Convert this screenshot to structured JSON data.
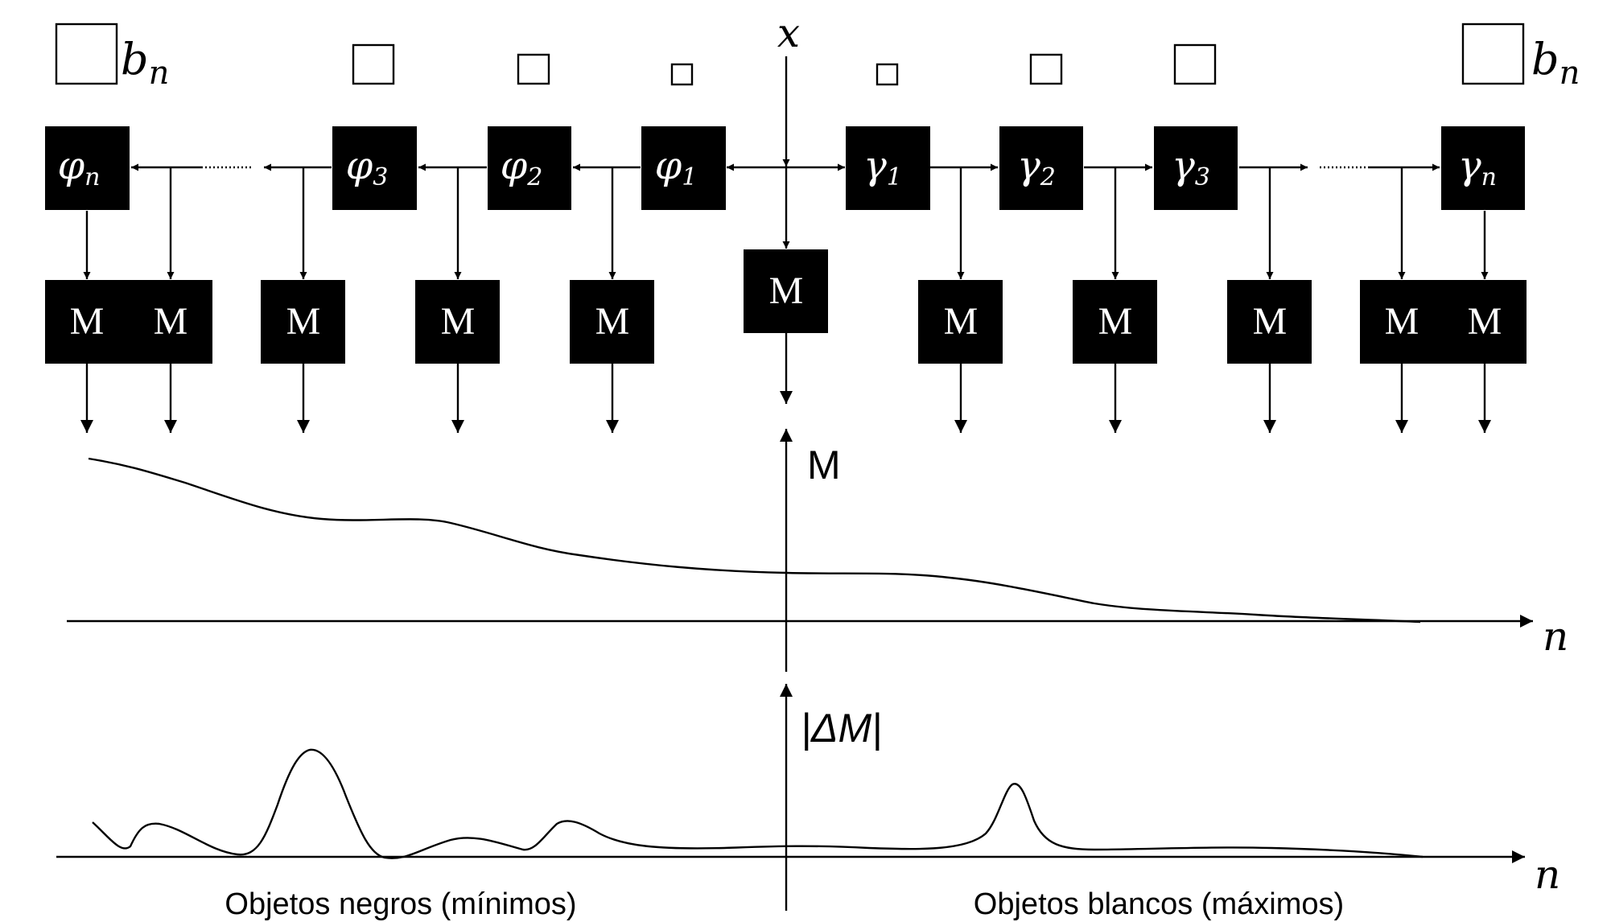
{
  "input": {
    "label": "x"
  },
  "structuring_element": {
    "label": "b",
    "subscript": "n"
  },
  "operators": {
    "closings": [
      {
        "symbol": "φ",
        "index": "1"
      },
      {
        "symbol": "φ",
        "index": "2"
      },
      {
        "symbol": "φ",
        "index": "3"
      },
      {
        "symbol": "φ",
        "index": "n"
      }
    ],
    "openings": [
      {
        "symbol": "γ",
        "index": "1"
      },
      {
        "symbol": "γ",
        "index": "2"
      },
      {
        "symbol": "γ",
        "index": "3"
      },
      {
        "symbol": "γ",
        "index": "n"
      }
    ]
  },
  "measure_block": {
    "label": "M"
  },
  "plots": {
    "measure": {
      "ylabel": "M",
      "xlabel": "n"
    },
    "difference": {
      "ylabel": "|ΔM|",
      "xlabel": "n"
    }
  },
  "captions": {
    "left": "Objetos negros (mínimos)",
    "right": "Objetos blancos (máximos)"
  }
}
